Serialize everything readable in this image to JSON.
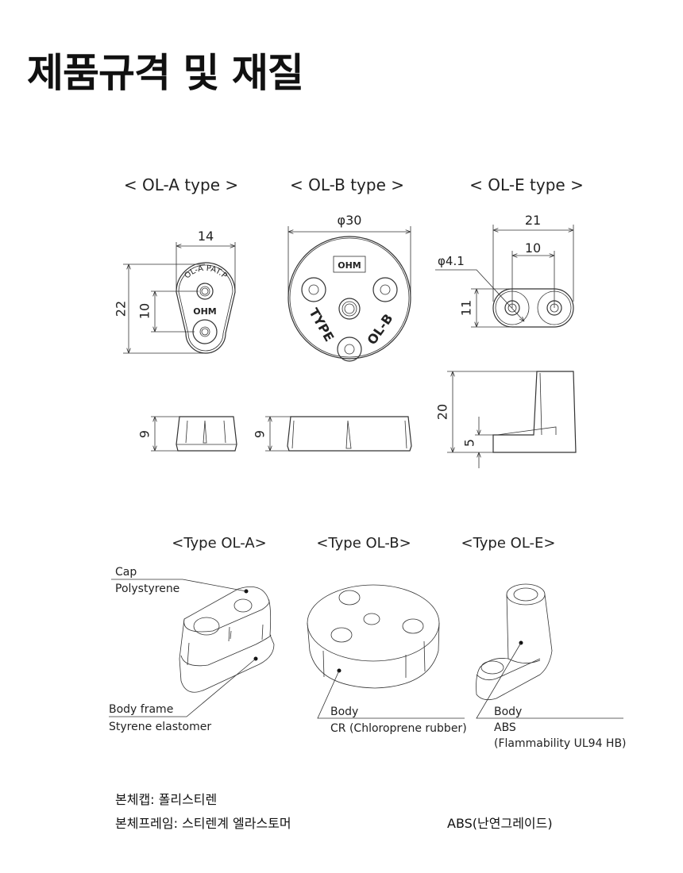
{
  "title": "제품규격 및 재질",
  "drawings": {
    "ol_a": {
      "heading": "< OL-A type >",
      "dim_width": "14",
      "dim_height": "22",
      "dim_pitch": "10",
      "dim_side": "9",
      "engraving": "OL-A PAT.P",
      "logo": "OHM"
    },
    "ol_b": {
      "heading": "< OL-B type >",
      "dim_diameter": "φ30",
      "dim_side": "9",
      "engraving_left": "TYPE",
      "engraving_right": "OL-B",
      "logo": "OHM"
    },
    "ol_e": {
      "heading": "< OL-E type >",
      "dim_width": "21",
      "dim_pitch": "10",
      "dim_hole": "φ4.1",
      "dim_height": "11",
      "dim_side_height": "20",
      "dim_base": "5"
    }
  },
  "materials": {
    "ol_a": {
      "heading": "<Type OL-A>",
      "cap_label": "Cap",
      "cap_material": "Polystyrene",
      "frame_label": "Body frame",
      "frame_material": "Styrene elastomer"
    },
    "ol_b": {
      "heading": "<Type OL-B>",
      "body_label": "Body",
      "body_material": "CR (Chloroprene rubber)"
    },
    "ol_e": {
      "heading": "<Type OL-E>",
      "body_label": "Body",
      "body_material": "ABS",
      "body_note": "(Flammability UL94 HB)"
    }
  },
  "notes": {
    "cap": "본체캡: 폴리스티렌",
    "frame": "본체프레임: 스티렌계 엘라스토머",
    "abs": "ABS(난연그레이드)"
  }
}
